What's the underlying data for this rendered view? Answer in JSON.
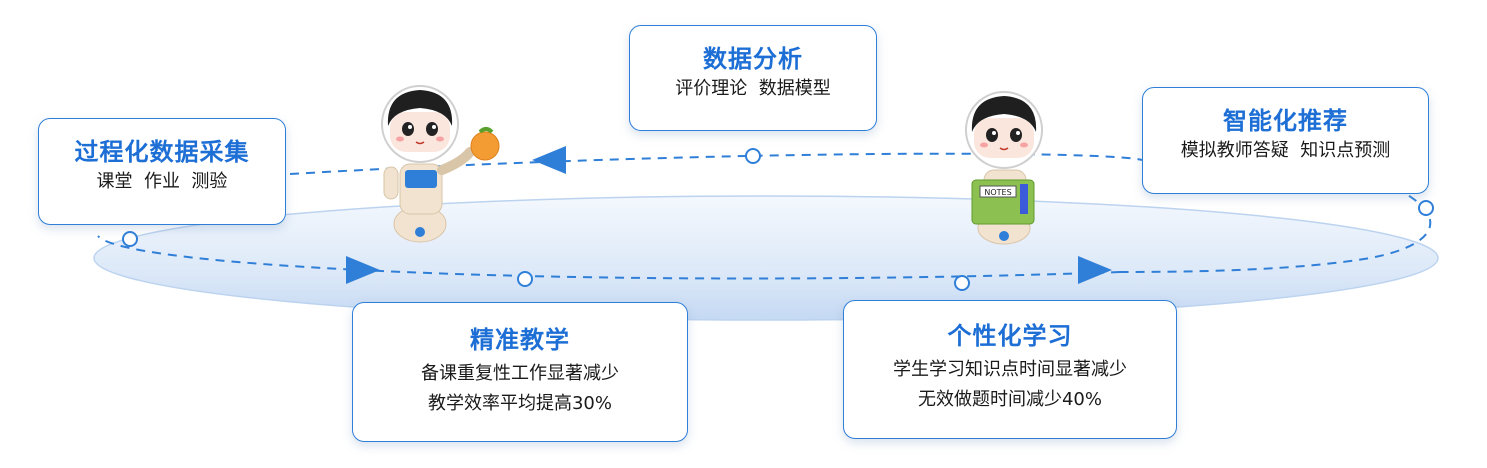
{
  "nodes": [
    {
      "id": "collect",
      "title": "过程化数据采集",
      "lines": [
        "课堂  作业  测验"
      ]
    },
    {
      "id": "analysis",
      "title": "数据分析",
      "lines": [
        "评价理论  数据模型"
      ]
    },
    {
      "id": "recommend",
      "title": "智能化推荐",
      "lines": [
        "模拟教师答疑  知识点预测"
      ]
    },
    {
      "id": "teaching",
      "title": "精准教学",
      "lines": [
        "备课重复性工作显著减少",
        "教学效率平均提高30%"
      ]
    },
    {
      "id": "learning",
      "title": "个性化学习",
      "lines": [
        "学生学习知识点时间显著减少",
        "无效做题时间减少40%"
      ]
    }
  ],
  "robots": [
    {
      "id": "robot-left",
      "holds": "orange"
    },
    {
      "id": "robot-right",
      "holds": "notes-book",
      "book_label": "NOTES"
    }
  ],
  "colors": {
    "accent": "#2f7fd8",
    "title": "#1d6fd6",
    "ellipse": "#cfe0f6"
  }
}
